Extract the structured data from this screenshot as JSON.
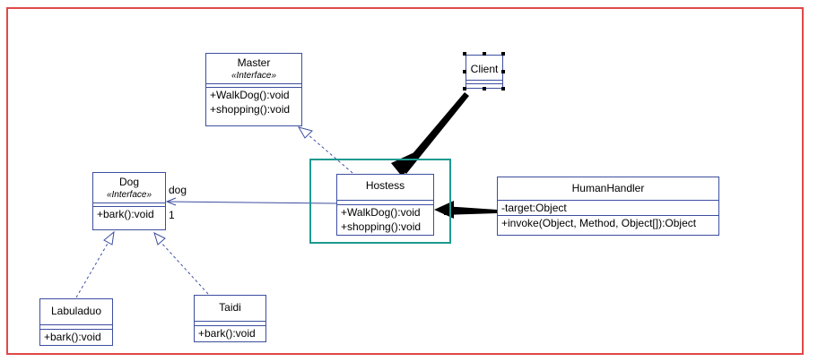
{
  "classes": {
    "master": {
      "name": "Master",
      "stereotype": "«Interface»",
      "attributes": [],
      "operations": [
        "+WalkDog():void",
        "+shopping():void"
      ]
    },
    "client": {
      "name": "Client",
      "attributes": [],
      "operations": []
    },
    "dog": {
      "name": "Dog",
      "stereotype": "«Interface»",
      "attributes": [],
      "operations": [
        "+bark():void"
      ]
    },
    "hostess": {
      "name": "Hostess",
      "attributes": [],
      "operations": [
        "+WalkDog():void",
        "+shopping():void"
      ]
    },
    "humanhandler": {
      "name": "HumanHandler",
      "attributes": [
        "-target:Object"
      ],
      "operations": [
        "+invoke(Object, Method, Object[]):Object"
      ]
    },
    "labuladuo": {
      "name": "Labuladuo",
      "attributes": [],
      "operations": [
        "+bark():void"
      ]
    },
    "taidi": {
      "name": "Taidi",
      "attributes": [],
      "operations": [
        "+bark():void"
      ]
    }
  },
  "association": {
    "role": "dog",
    "multiplicity": "1"
  },
  "colors": {
    "frame": "#e04848",
    "class_border": "#3d4ea0",
    "selection": "#1e9990",
    "connector": "#3d4ea0",
    "arrow": "#000000"
  }
}
